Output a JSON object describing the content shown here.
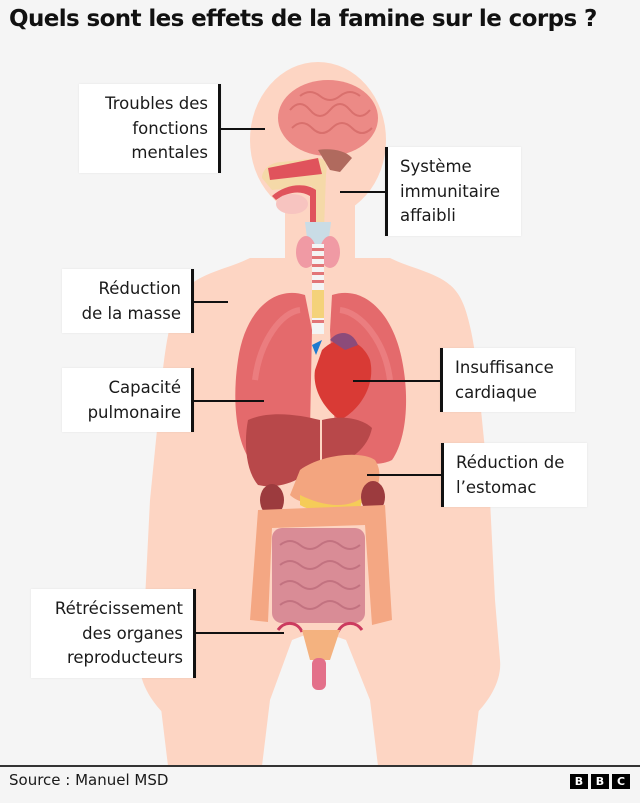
{
  "header": {
    "title": "Quels sont les effets de la famine sur le corps ?"
  },
  "figure": {
    "description": "Illustration of a human body silhouette with internal organs: brain, mouth/throat, thyroid, trachea, lungs, heart, liver, stomach, kidneys, intestines, reproductive organs",
    "colors": {
      "background": "#f5f5f5",
      "skin": "#fdd5c3",
      "brain": "#ec8a86",
      "lung": "#e46a6c",
      "heart": "#d93a35",
      "liver": "#b8484a",
      "stomach": "#f3a57f",
      "intestine": "#d98c96",
      "colon": "#f4a783",
      "kidney": "#9c3b3e",
      "label_bg": "#ffffff",
      "label_border": "#111111"
    },
    "labels": [
      {
        "id": "mental",
        "side": "left",
        "lines": [
          "Troubles des",
          "fonctions",
          "mentales"
        ]
      },
      {
        "id": "immune",
        "side": "right",
        "lines": [
          "Système",
          "immunitaire",
          "affaibli"
        ]
      },
      {
        "id": "mass",
        "side": "left",
        "lines": [
          "Réduction",
          "de la masse"
        ]
      },
      {
        "id": "lung",
        "side": "left",
        "lines": [
          "Capacité",
          "pulmonaire"
        ]
      },
      {
        "id": "heart",
        "side": "right",
        "lines": [
          "Insuffisance",
          "cardiaque"
        ]
      },
      {
        "id": "stomach",
        "side": "right",
        "lines": [
          "Réduction de",
          "l’estomac"
        ]
      },
      {
        "id": "repro",
        "side": "left",
        "lines": [
          "Rétrécissement",
          "des organes",
          "reproducteurs"
        ]
      }
    ]
  },
  "footer": {
    "source": "Source : Manuel MSD",
    "logo_letters": [
      "B",
      "B",
      "C"
    ]
  }
}
